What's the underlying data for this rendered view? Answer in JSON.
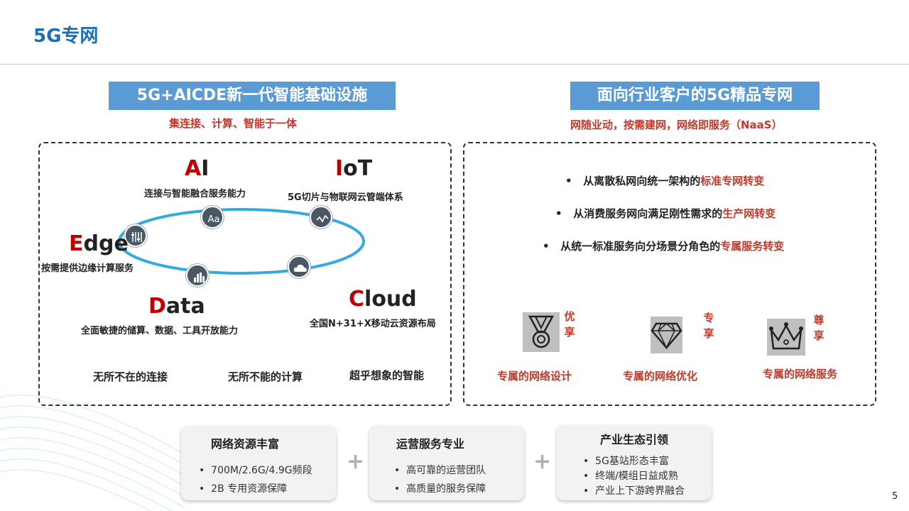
{
  "slide": {
    "title": "5G专网",
    "page_number": "5"
  },
  "left": {
    "banner": "5G+AICDE新一代智能基础设施",
    "subtitle": "集连接、计算、智能于一体",
    "keywords": [
      {
        "first": "A",
        "rest": "I",
        "desc": "连接与智能融合服务能力"
      },
      {
        "first": "I",
        "rest": "oT",
        "desc": "5G切片与物联网云管端体系"
      },
      {
        "first": "E",
        "rest": "dge",
        "desc": "按需提供边缘计算服务"
      },
      {
        "first": "D",
        "rest": "ata",
        "desc": "全面敏捷的储算、数据、工具开放能力"
      },
      {
        "first": "C",
        "rest": "loud",
        "desc": "全国N+31+X移动云资源布局"
      }
    ],
    "bottom_phrases": [
      "无所不在的连接",
      "无所不能的计算",
      "超乎想象的智能"
    ]
  },
  "right": {
    "banner": "面向行业客户的5G精品专网",
    "subtitle": "网随业动，按需建网，网络即服务（NaaS）",
    "bullets": [
      {
        "text": "从离散私网向统一架构的",
        "highlight": "标准专网转变"
      },
      {
        "text": "从消费服务网向满足刚性需求的",
        "highlight": "生产网转变"
      },
      {
        "text": "从统一标准服务向分场景分角色的",
        "highlight": "专属服务转变"
      }
    ],
    "services": [
      {
        "icon": "medal-icon",
        "tag": [
          "优",
          "享"
        ],
        "label": "专属的网络设计"
      },
      {
        "icon": "diamond-icon",
        "tag": [
          "专",
          "享"
        ],
        "label": "专属的网络优化"
      },
      {
        "icon": "crown-icon",
        "tag": [
          "尊",
          "享"
        ],
        "label": "专属的网络服务"
      }
    ]
  },
  "cards": [
    {
      "title": "网络资源丰富",
      "items": [
        "700M/2.6G/4.9G频段",
        "2B 专用资源保障"
      ]
    },
    {
      "title": "运营服务专业",
      "items": [
        "高可靠的运营团队",
        "高质量的服务保障"
      ]
    },
    {
      "title": "产业生态引领",
      "items": [
        "5G基站形态丰富",
        "终端/模组日益成熟",
        "产业上下游跨界融合"
      ]
    }
  ],
  "card_separator": "+",
  "bullet_symbol": "•",
  "colors": {
    "title_blue": "#1a6fb5",
    "banner_blue": "#5b9bd5",
    "accent_red": "#c0392b",
    "ring_blue": "#36a9e1"
  }
}
